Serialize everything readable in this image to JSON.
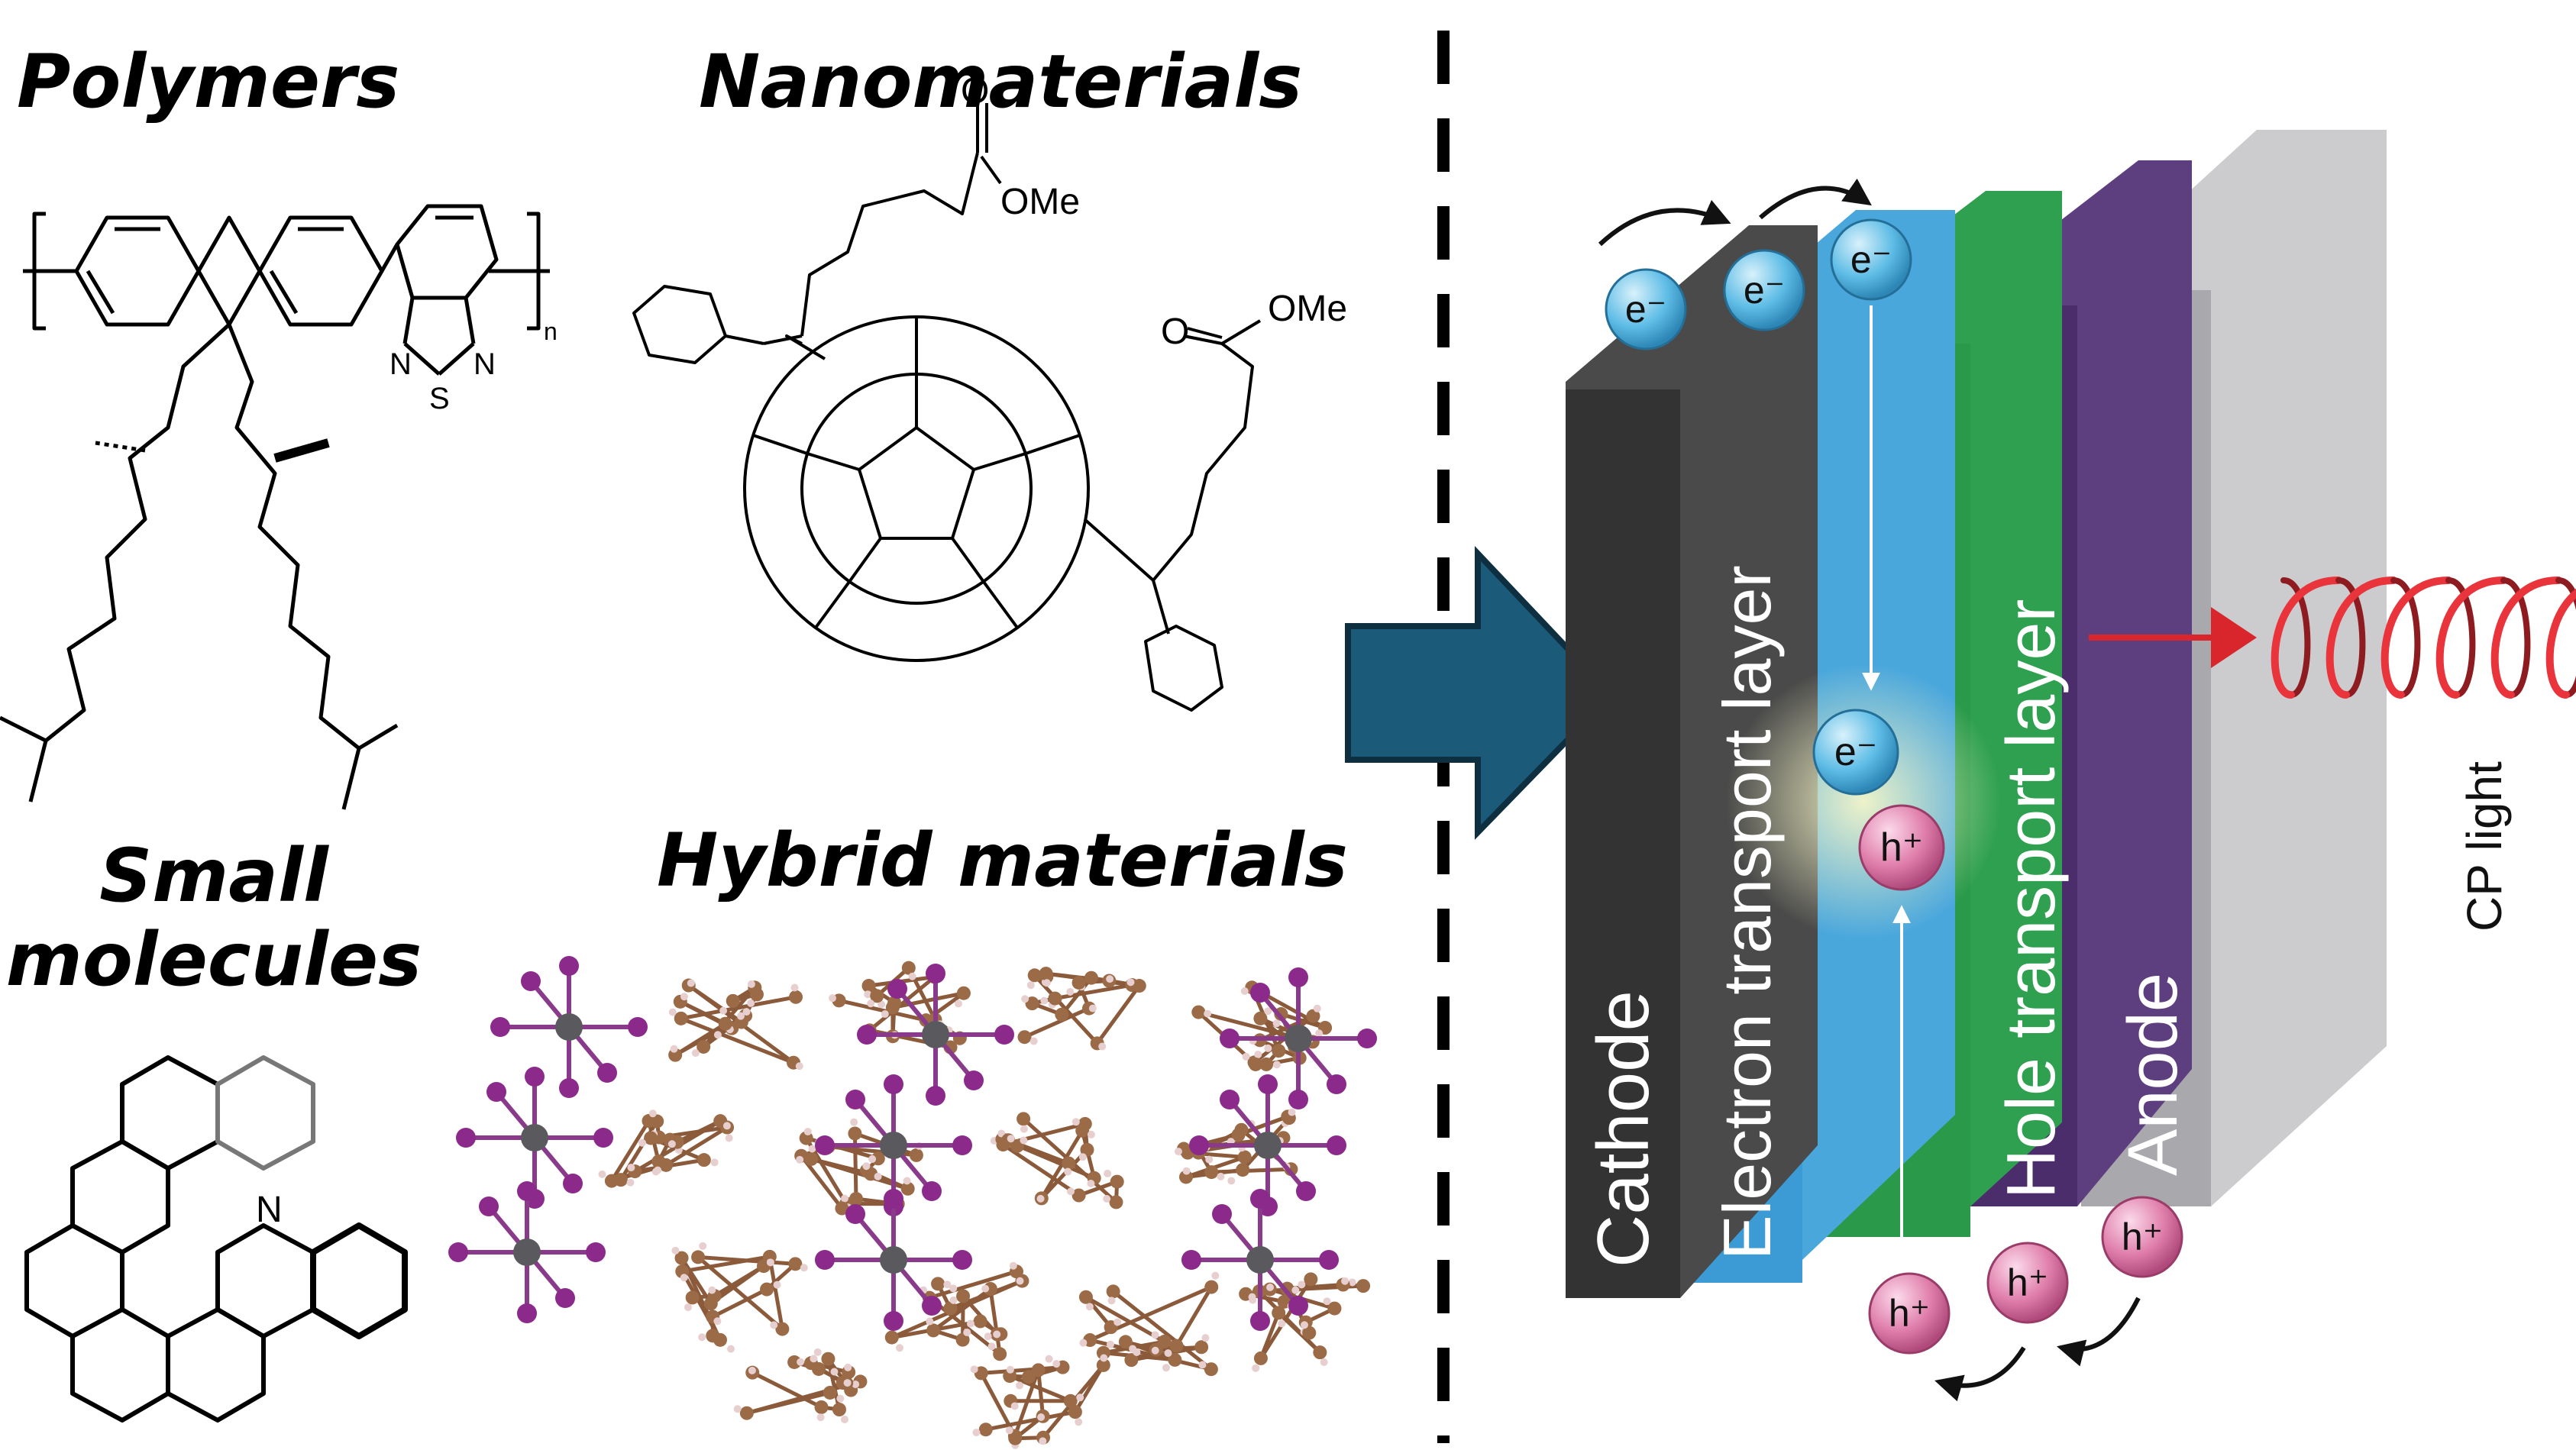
{
  "categories": {
    "polymers": "Polymers",
    "nanomaterials": "Nanomaterials",
    "small_line1": "Small",
    "small_line2": "molecules",
    "hybrid": "Hybrid materials"
  },
  "chem_labels": {
    "ome": "OMe",
    "oxygen": "O",
    "nitrogen": "N",
    "sulfur": "S",
    "subscript_n": "n"
  },
  "device": {
    "layers": {
      "cathode": "Cathode",
      "etl": "Electron transport layer",
      "htl": "Hole transport layer",
      "anode": "Anode"
    },
    "electron": "e⁻",
    "hole": "h⁺",
    "output_label": "CP light"
  },
  "colors": {
    "cathode": "#3a3a3a",
    "etl": "#3c9bd4",
    "emitter": "#2a9a4a",
    "htl": "#4a2d6a",
    "anode": "#b4b4b8",
    "arrow": "#1b5a78",
    "light": "#d8262c",
    "electron": "#6cc6ea",
    "hole": "#e07fac"
  }
}
